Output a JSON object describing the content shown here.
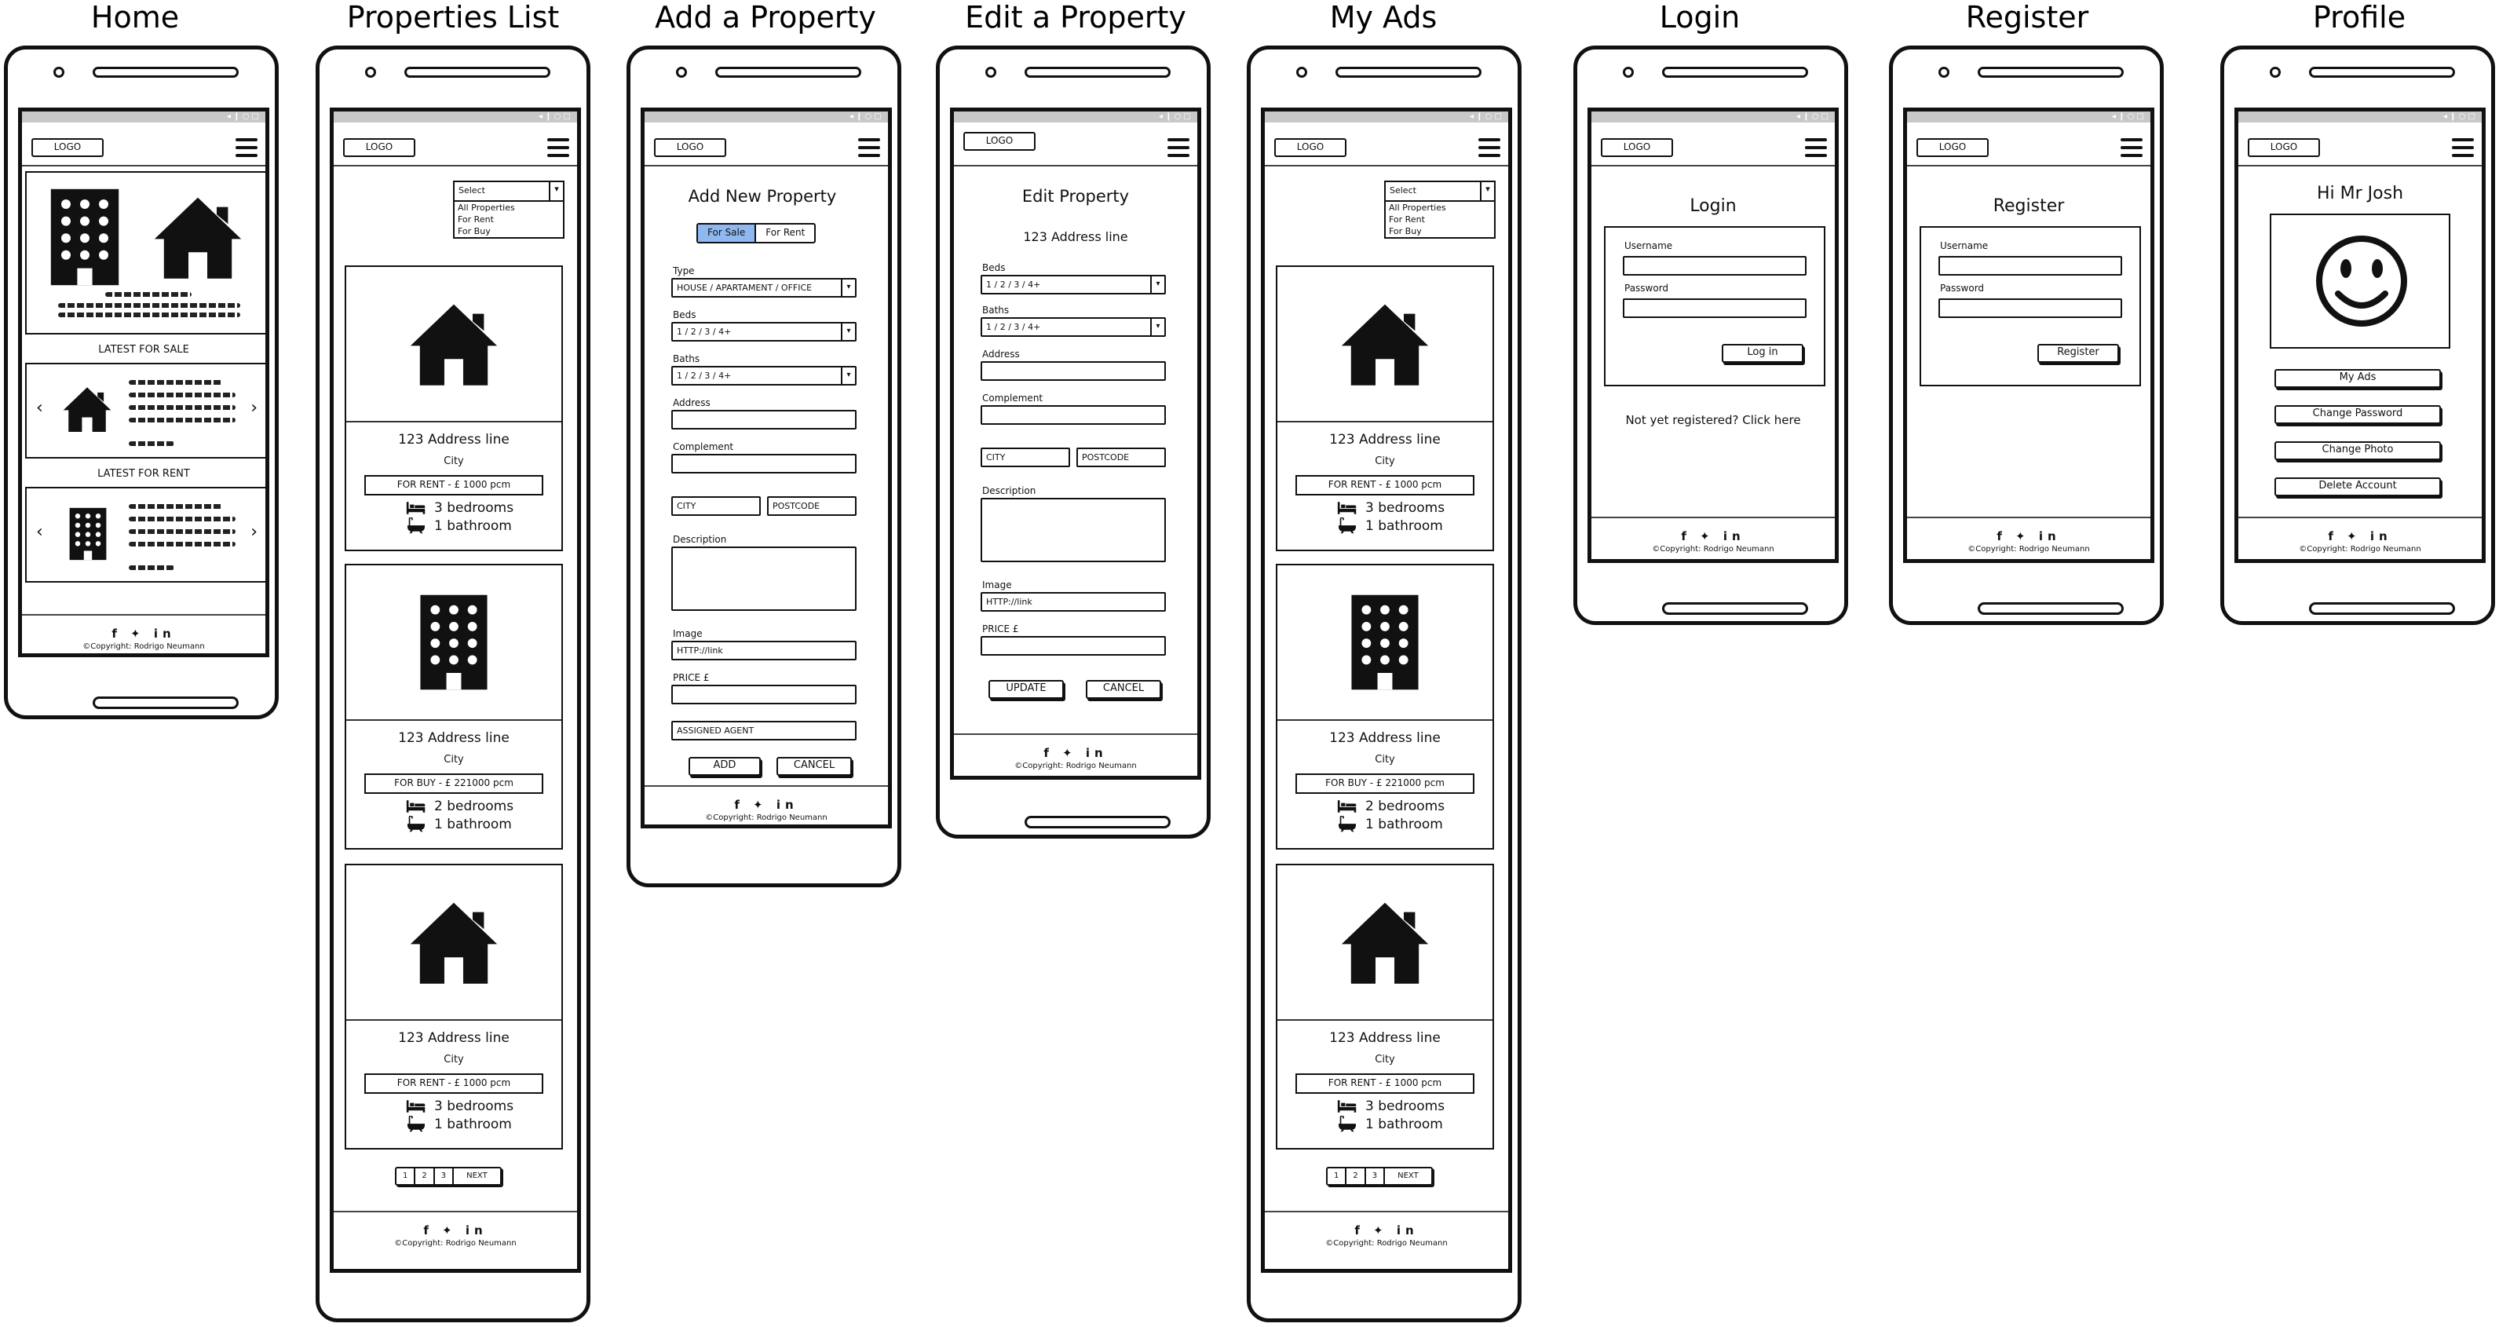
{
  "titles": [
    "Home",
    "Properties List",
    "Add a Property",
    "Edit a Property",
    "My Ads",
    "Login",
    "Register",
    "Profile"
  ],
  "common": {
    "logo": "LOGO",
    "footer_social": "f ✦ in",
    "copyright": "©Copyright: Rodrigo Neumann",
    "status": "◂ ❙ ○ □"
  },
  "home": {
    "latest_sale": "LATEST FOR SALE",
    "latest_rent": "LATEST FOR RENT",
    "prev": "‹",
    "next": "›"
  },
  "filter": {
    "select": "Select",
    "options": [
      "All Properties",
      "For Rent",
      "For Buy"
    ]
  },
  "listings": [
    {
      "address": "123 Address line",
      "city": "City",
      "price": "FOR RENT - £ 1000 pcm",
      "beds": "3 bedrooms",
      "baths": "1 bathroom",
      "icon": "house-icon"
    },
    {
      "address": "123 Address line",
      "city": "City",
      "price": "FOR BUY - £ 221000 pcm",
      "beds": "2 bedrooms",
      "baths": "1 bathroom",
      "icon": "building-icon"
    },
    {
      "address": "123 Address line",
      "city": "City",
      "price": "FOR RENT - £ 1000 pcm",
      "beds": "3 bedrooms",
      "baths": "1 bathroom",
      "icon": "house-icon"
    }
  ],
  "pagination": [
    "1",
    "2",
    "3",
    "NEXT"
  ],
  "add": {
    "heading": "Add New Property",
    "toggle": [
      "For Sale",
      "For Rent"
    ],
    "type_label": "Type",
    "type_value": "HOUSE / APARTAMENT / OFFICE",
    "beds_label": "Beds",
    "beds_value": "1 / 2 / 3 / 4+",
    "baths_label": "Baths",
    "baths_value": "1 / 2 / 3 / 4+",
    "address_label": "Address",
    "complement_label": "Complement",
    "city_ph": "CITY",
    "postcode_ph": "POSTCODE",
    "description_label": "Description",
    "image_label": "Image",
    "image_value": "HTTP://link",
    "price_label": "PRICE £",
    "agent_ph": "ASSIGNED AGENT",
    "add_btn": "ADD",
    "cancel_btn": "CANCEL"
  },
  "edit": {
    "heading": "Edit Property",
    "address_line": "123 Address line",
    "beds_label": "Beds",
    "beds_value": "1 / 2 / 3 / 4+",
    "baths_label": "Baths",
    "baths_value": "1 / 2 / 3 / 4+",
    "address_label": "Address",
    "complement_label": "Complement",
    "city_ph": "CITY",
    "postcode_ph": "POSTCODE",
    "description_label": "Description",
    "image_label": "Image",
    "image_value": "HTTP://link",
    "price_label": "PRICE £",
    "update_btn": "UPDATE",
    "cancel_btn": "CANCEL"
  },
  "login": {
    "heading": "Login",
    "username_label": "Username",
    "password_label": "Password",
    "login_btn": "Log in",
    "register_prompt": "Not yet registered?  Click here"
  },
  "register": {
    "heading": "Register",
    "username_label": "Username",
    "password_label": "Password",
    "register_btn": "Register"
  },
  "profile": {
    "heading": "Hi Mr Josh",
    "buttons": [
      "My Ads",
      "Change Password",
      "Change Photo",
      "Delete Account"
    ]
  }
}
